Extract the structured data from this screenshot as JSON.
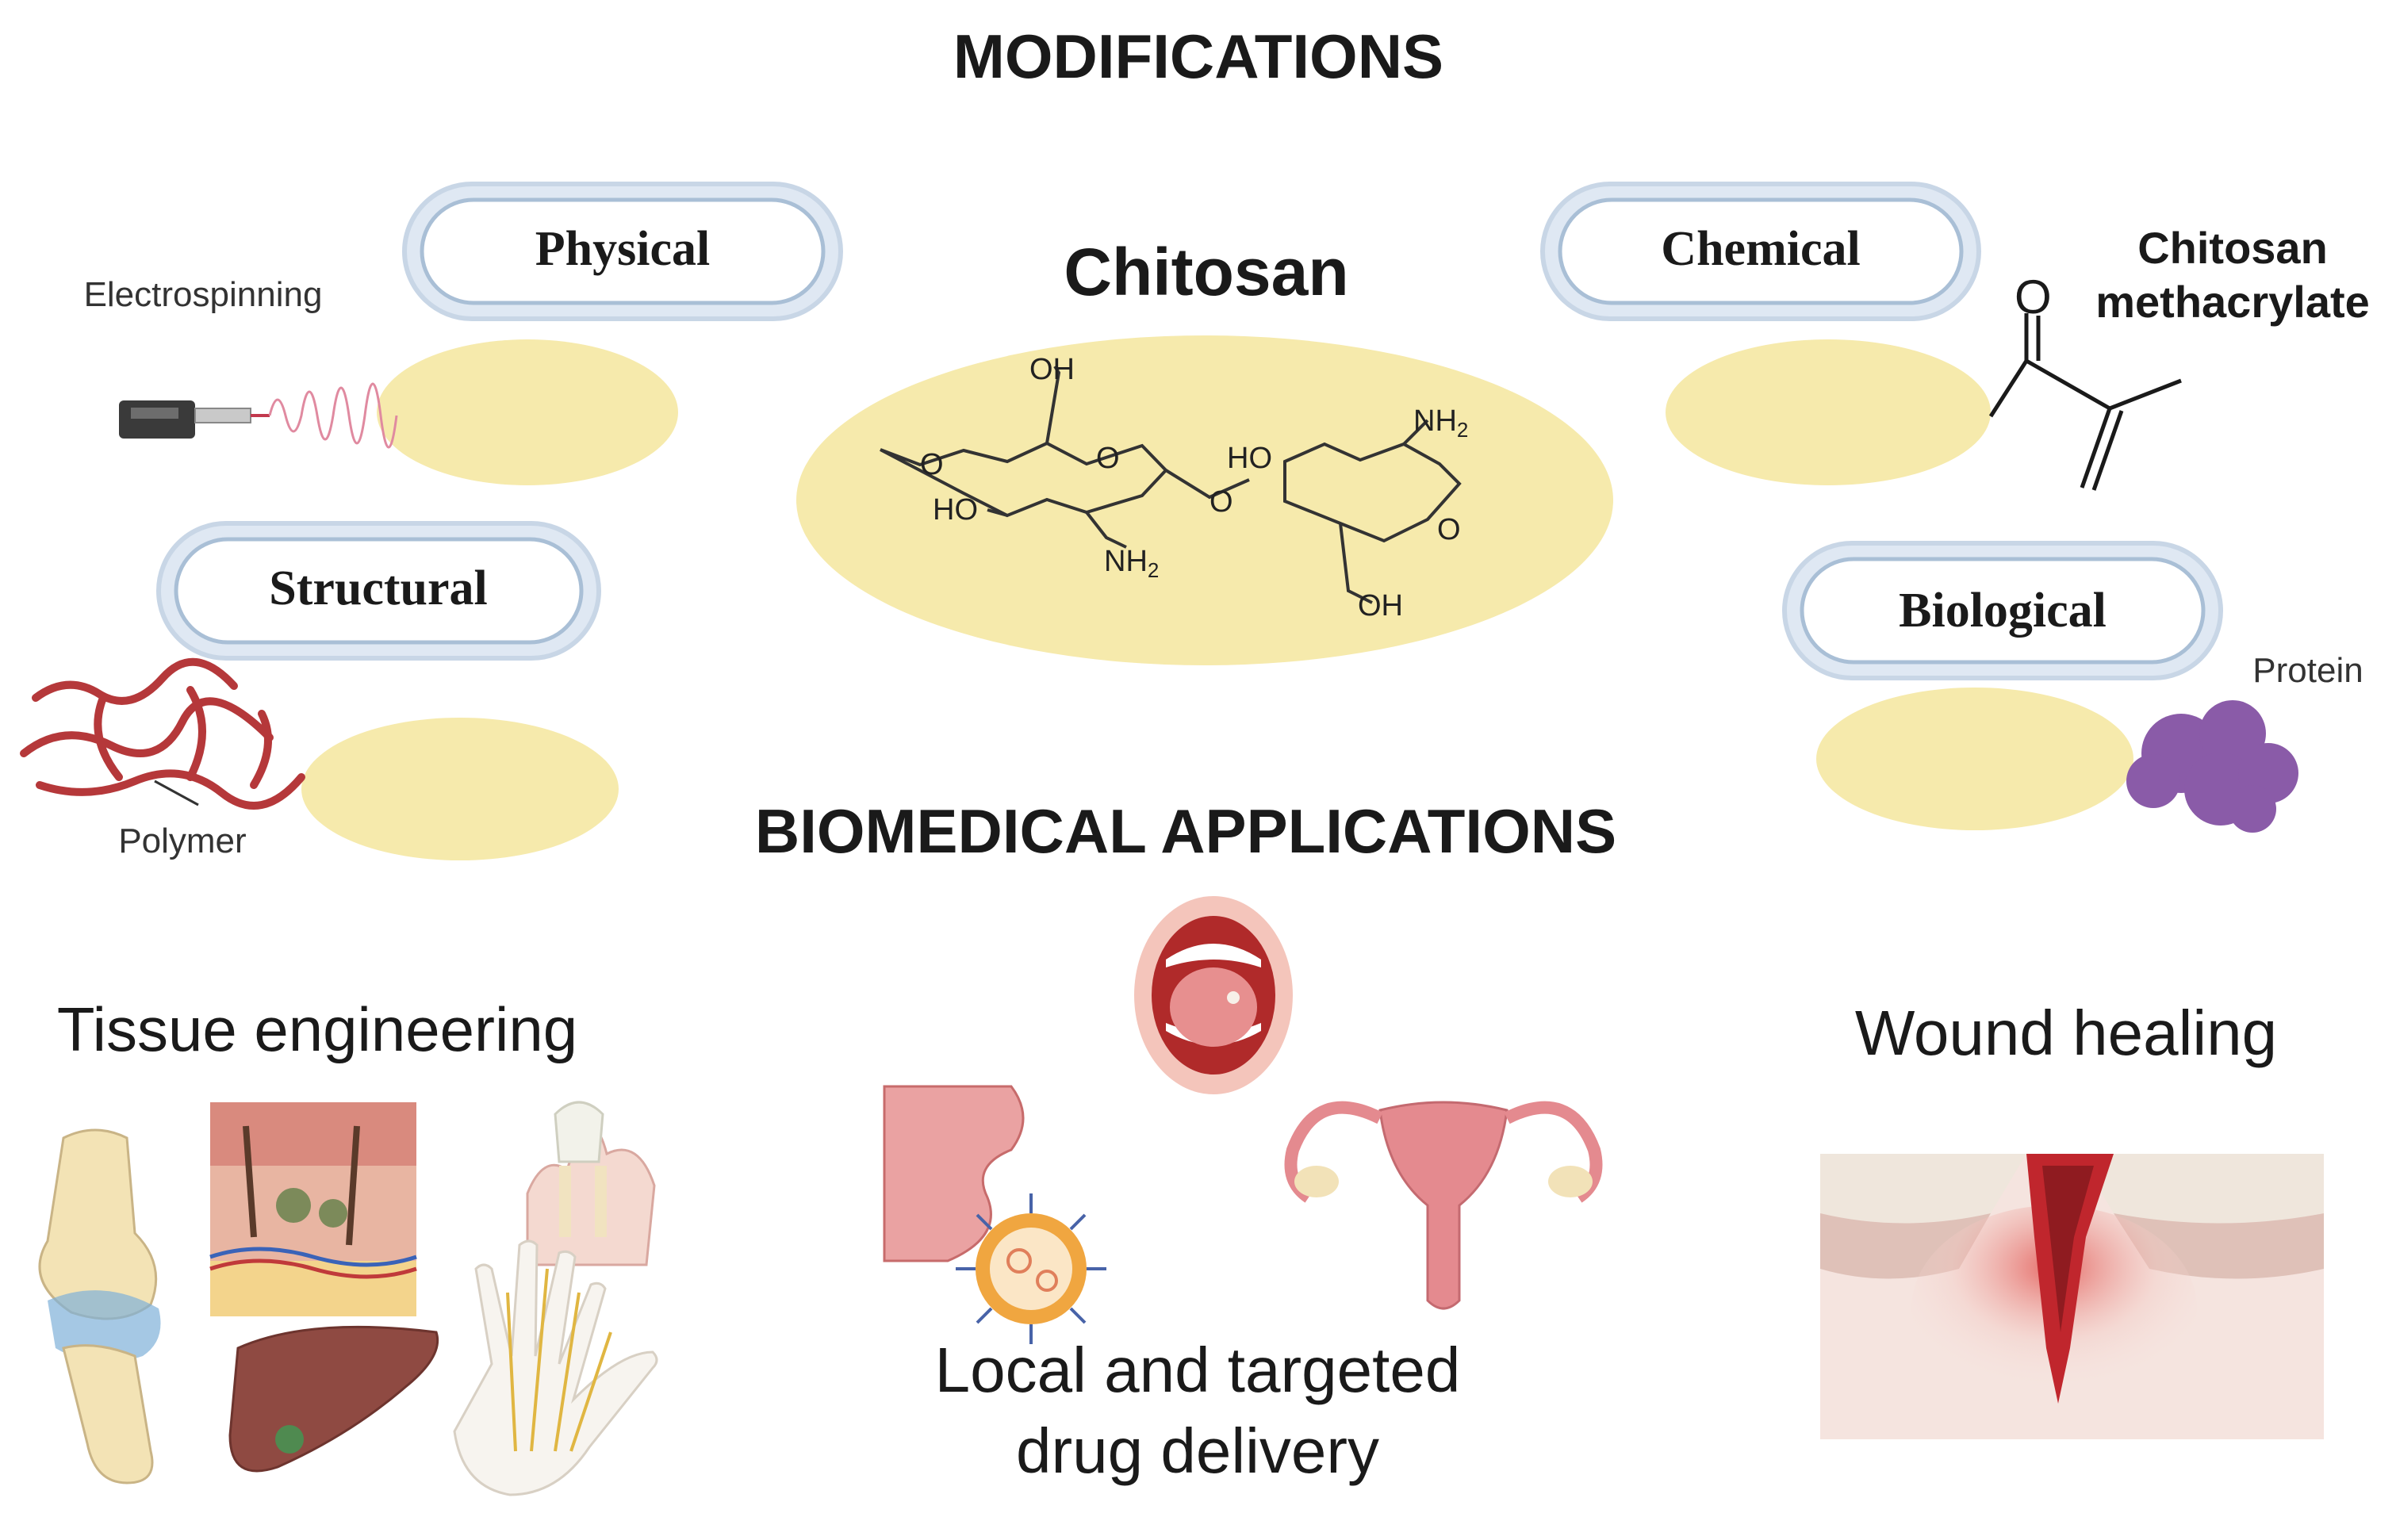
{
  "colors": {
    "yellow": "#f6eaac",
    "pill_border": "#c8d6e6",
    "pill_inner_border": "#a9bfd6",
    "text": "#1a1a1a",
    "skin_pink": "#e9a0a0",
    "blood_red": "#c0262d",
    "liver": "#8f4a42",
    "protein": "#8a5ba8",
    "polymer": "#b5383a"
  },
  "headings": {
    "modifications": "MODIFICATIONS",
    "applications": "BIOMEDICAL APPLICATIONS"
  },
  "center": {
    "title": "Chitosan",
    "formula_labels": {
      "oh_top_left": "OH",
      "o_left_link": "O",
      "o_ring_left": "O",
      "ho_left": "HO",
      "nh2_left": "NH",
      "o_bridge": "O",
      "ho_right": "HO",
      "nh2_right": "NH",
      "o_ring_right": "O",
      "oh_bottom_right": "OH",
      "sub2": "2"
    }
  },
  "modifications": {
    "physical": {
      "label": "Physical",
      "caption": "Electrospinning",
      "icon": "syringe-pump-icon"
    },
    "structural": {
      "label": "Structural",
      "caption": "Polymer",
      "icon": "polymer-network-icon"
    },
    "chemical": {
      "label": "Chemical",
      "caption_line1": "Chitosan",
      "caption_line2": "methacrylate",
      "formula_o": "O",
      "icon": "methacrylate-structure-icon"
    },
    "biological": {
      "label": "Biological",
      "caption": "Protein",
      "icon": "protein-icon"
    }
  },
  "applications": {
    "tissue": {
      "label": "Tissue engineering",
      "icons": [
        "knee-joint-icon",
        "skin-section-icon",
        "tooth-icon",
        "liver-icon",
        "hand-nerves-icon"
      ]
    },
    "drug": {
      "label_line1": "Local and targeted",
      "label_line2": "drug delivery",
      "icons": [
        "open-mouth-icon",
        "tissue-nanoparticle-icon",
        "uterus-icon"
      ]
    },
    "wound": {
      "label": "Wound healing",
      "icons": [
        "skin-wound-icon"
      ]
    }
  }
}
